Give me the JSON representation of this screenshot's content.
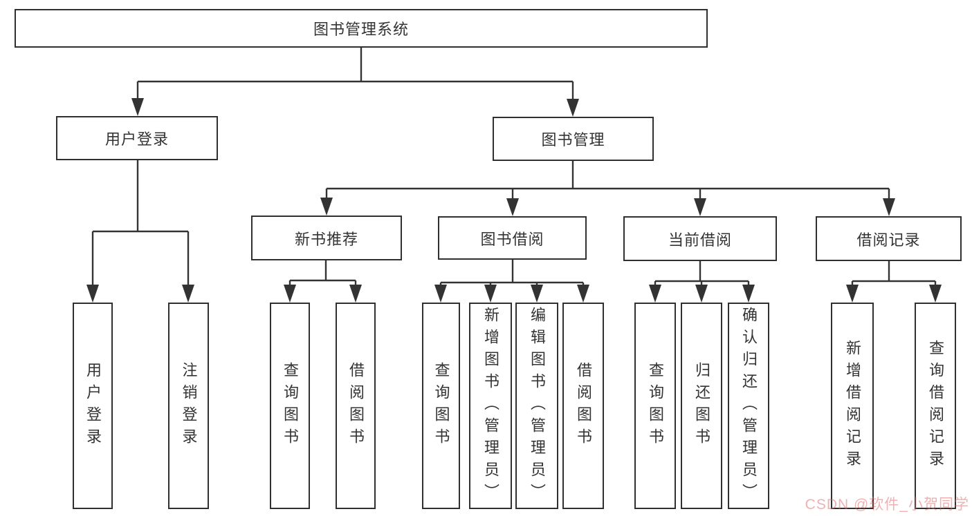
{
  "tree": {
    "root": {
      "label": "图书管理系统"
    },
    "branches": [
      {
        "label": "用户登录",
        "children": [
          {
            "label": "用户登录"
          },
          {
            "label": "注销登录"
          }
        ]
      },
      {
        "label": "图书管理",
        "children": [
          {
            "label": "新书推荐",
            "children": [
              {
                "label": "查询图书"
              },
              {
                "label": "借阅图书"
              }
            ]
          },
          {
            "label": "图书借阅",
            "children": [
              {
                "label": "查询图书"
              },
              {
                "label": "新增图书（管理员）"
              },
              {
                "label": "编辑图书（管理员）"
              },
              {
                "label": "借阅图书"
              }
            ]
          },
          {
            "label": "当前借阅",
            "children": [
              {
                "label": "查询图书"
              },
              {
                "label": "归还图书"
              },
              {
                "label": "确认归还（管理员）"
              }
            ]
          },
          {
            "label": "借阅记录",
            "children": [
              {
                "label": "新增借阅记录"
              },
              {
                "label": "查询借阅记录"
              }
            ]
          }
        ]
      }
    ]
  },
  "watermark": {
    "text": "CSDN @软件_小贺同学"
  },
  "colors": {
    "line": "#333333",
    "border": "#2f2f2f",
    "text": "#333333",
    "background": "#ffffff",
    "watermark": "#e06464"
  }
}
